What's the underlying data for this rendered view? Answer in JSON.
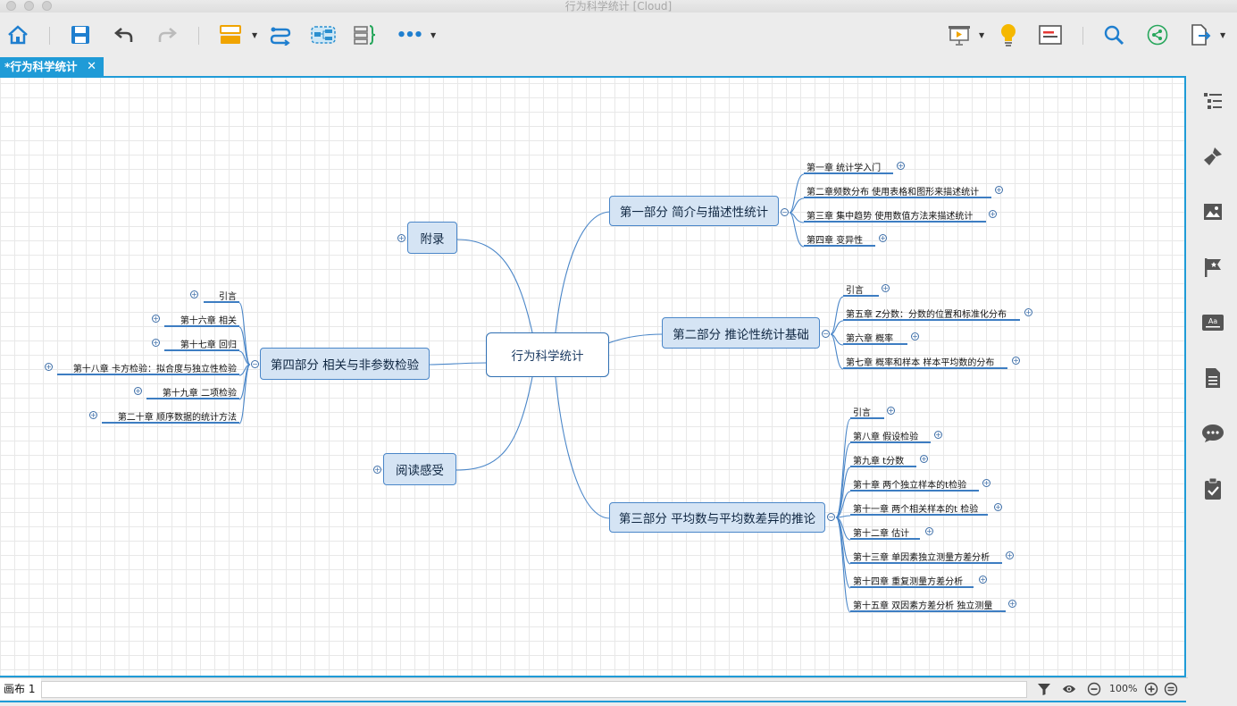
{
  "window": {
    "title": "行为科学统计 [Cloud]"
  },
  "tab": {
    "label": "*行为科学统计",
    "close": "✕"
  },
  "toolbar": {
    "icons": [
      "home-icon",
      "save-icon",
      "undo-icon",
      "redo-icon",
      "topic-icon",
      "relationship-icon",
      "boundary-icon",
      "summary-icon",
      "more-icon",
      "presentation-icon",
      "idea-icon",
      "outline-view-icon",
      "search-icon",
      "share-icon",
      "export-icon"
    ],
    "more_glyph": "•••"
  },
  "map": {
    "central": "行为科学统计",
    "part1": {
      "label": "第一部分 简介与描述性统计",
      "chapters": [
        "第一章 统计学入门",
        "第二章频数分布 使用表格和图形来描述统计",
        "第三章 集中趋势 使用数值方法来描述统计",
        "第四章 变异性"
      ]
    },
    "part2": {
      "label": "第二部分 推论性统计基础",
      "chapters": [
        "引言",
        "第五章 Z分数：分数的位置和标准化分布",
        "第六章 概率",
        "第七章 概率和样本 样本平均数的分布"
      ]
    },
    "part3": {
      "label": "第三部分 平均数与平均数差异的推论",
      "chapters": [
        "引言",
        "第八章 假设检验",
        "第九章 t分数",
        "第十章 两个独立样本的t检验",
        "第十一章 两个相关样本的t 检验",
        "第十二章 估计",
        "第十三章 单因素独立测量方差分析",
        "第十四章 重复测量方差分析",
        "第十五章 双因素方差分析 独立测量"
      ]
    },
    "part4": {
      "label": "第四部分 相关与非参数检验",
      "chapters": [
        "引言",
        "第十六章 相关",
        "第十七章 回归",
        "第十八章 卡方检验：拟合度与独立性检验",
        "第十九章 二项检验",
        "第二十章 顺序数据的统计方法"
      ]
    },
    "appendix": {
      "label": "附录"
    },
    "reading": {
      "label": "阅读感受"
    },
    "expand_glyph": "+",
    "collapse_glyph": "−"
  },
  "right_panel": {
    "icons": [
      "outline-icon",
      "format-brush-icon",
      "image-icon",
      "marker-flag-icon",
      "label-icon",
      "notes-icon",
      "comment-icon",
      "task-icon"
    ]
  },
  "status": {
    "sheet": "画布 1",
    "zoom": "100%"
  },
  "colors": {
    "accent": "#1f9bd7",
    "node_fill": "#d5e4f4",
    "node_border": "#4a86c8",
    "line": "#4a86c8"
  }
}
